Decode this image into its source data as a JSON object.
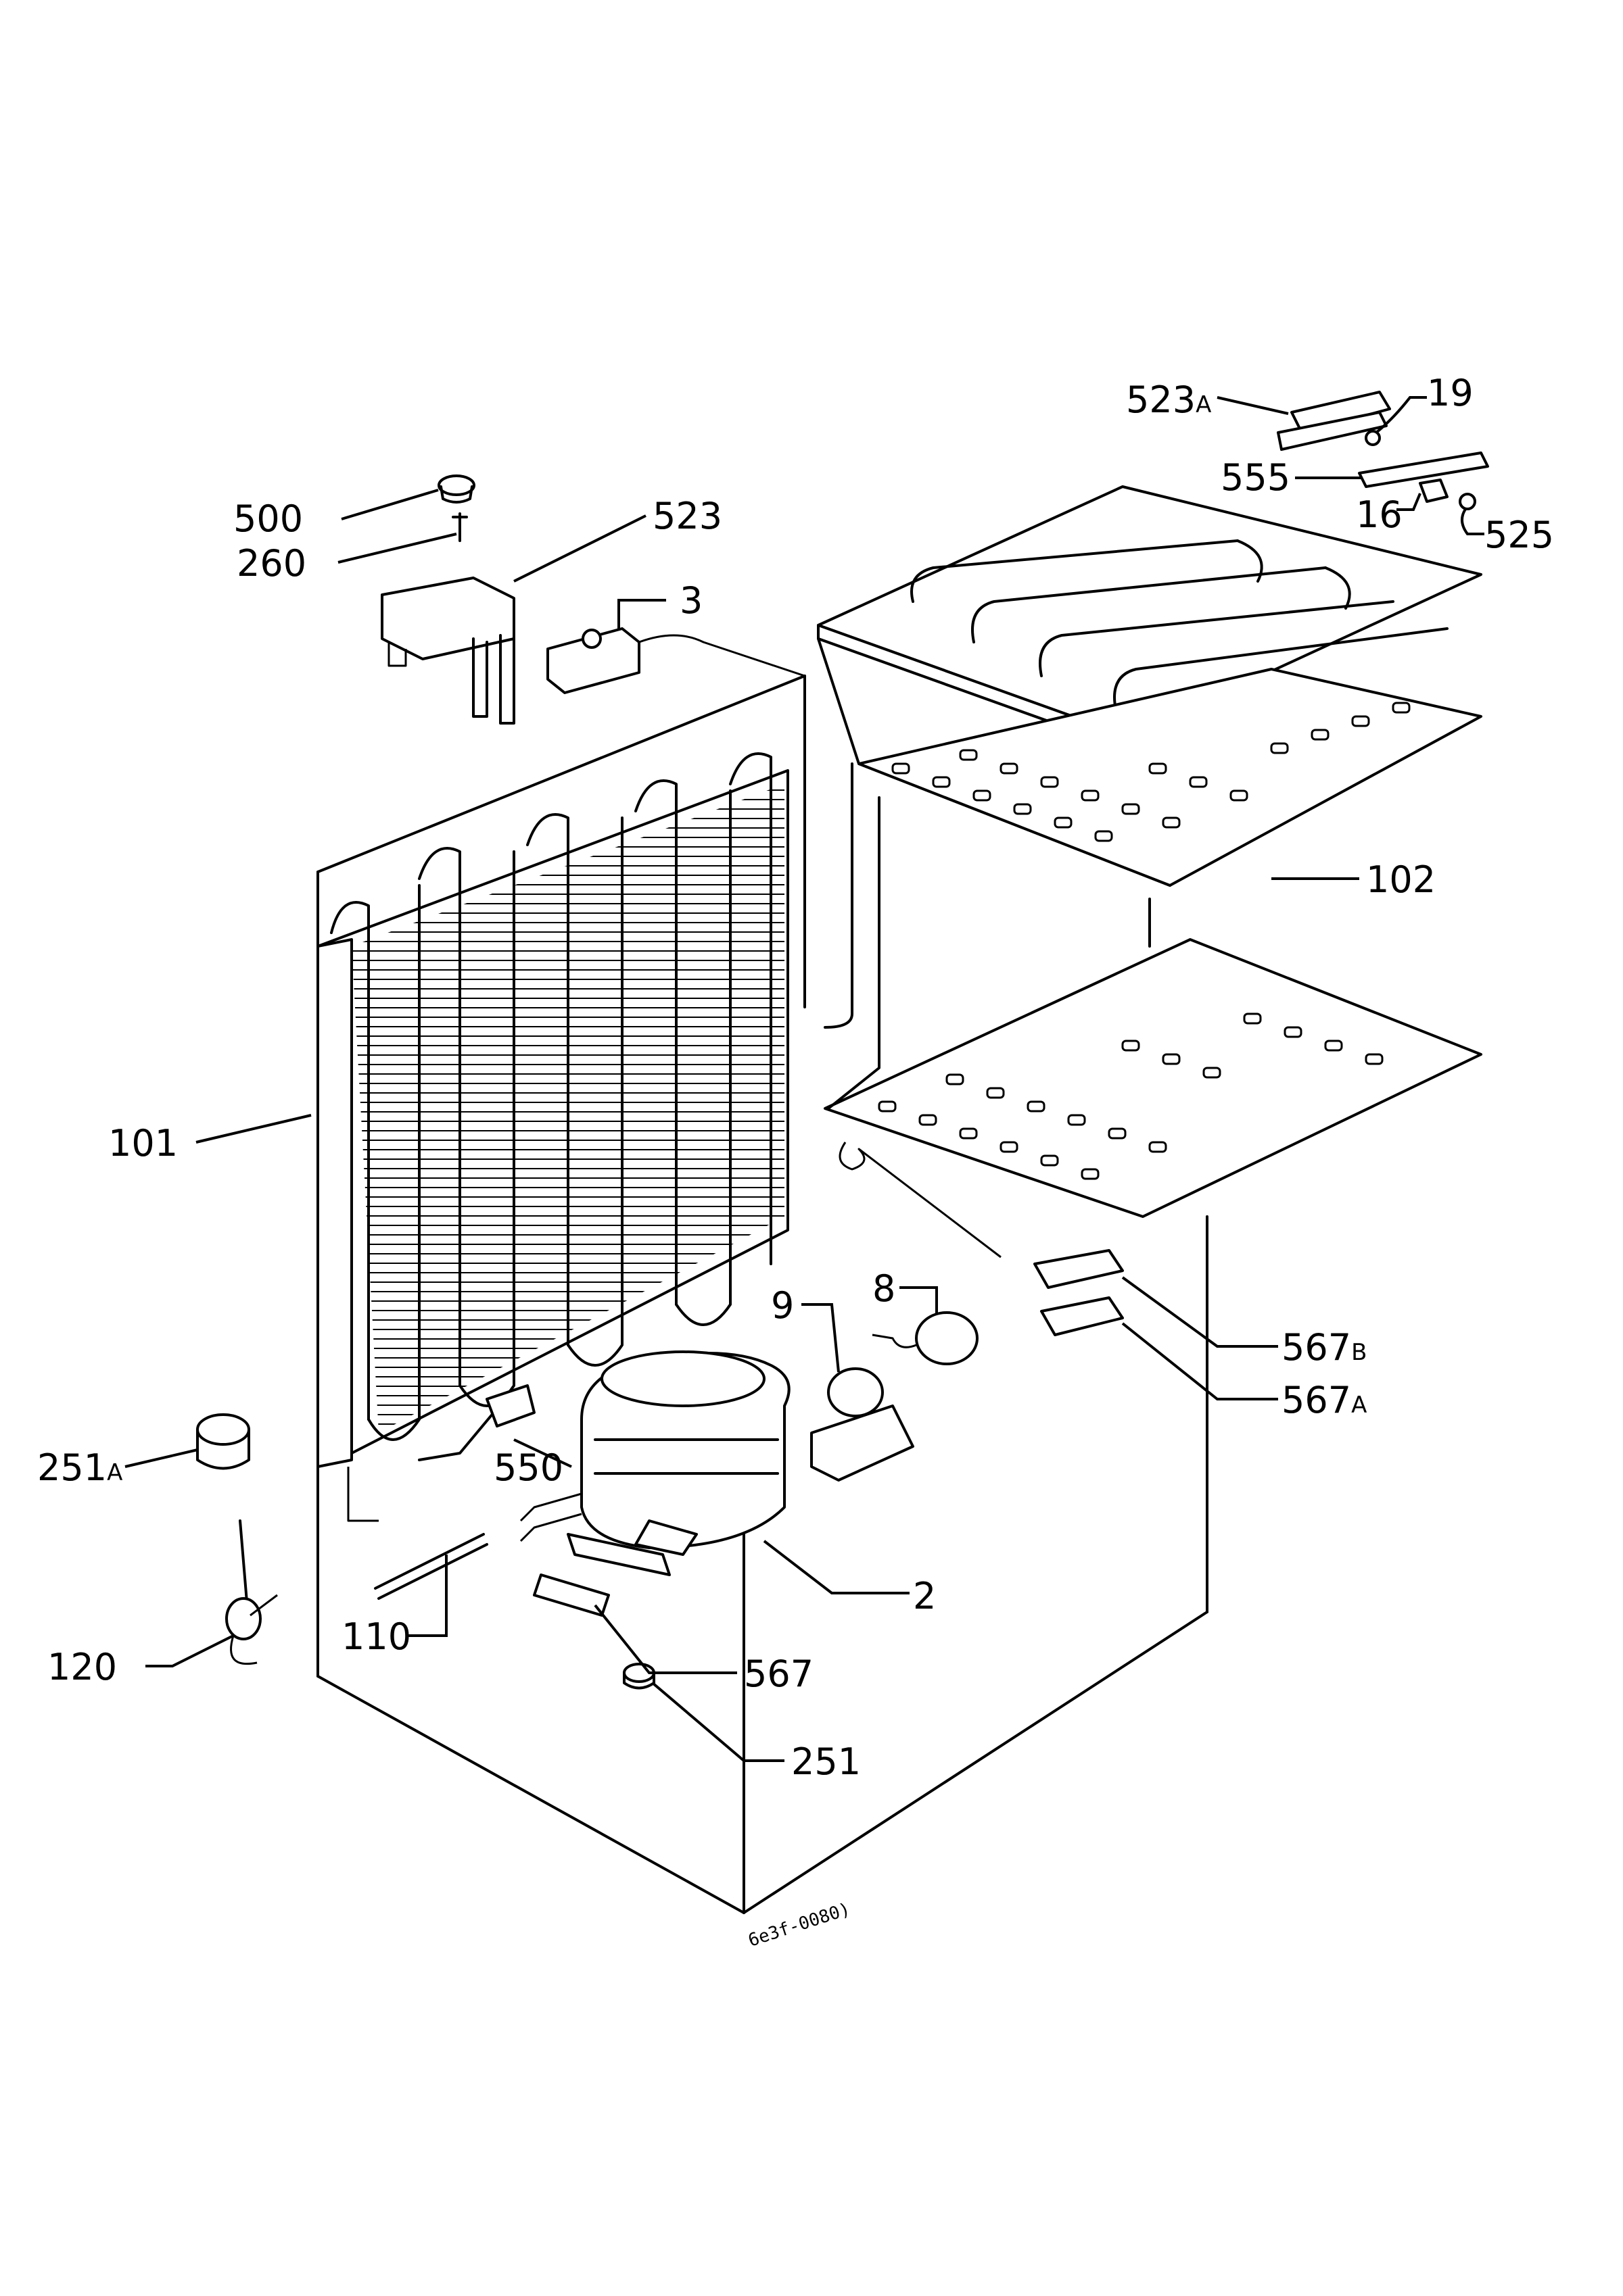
{
  "drawing_code": "6e3f-0080)",
  "labels": {
    "p523A": "523",
    "p523A_suffix": "A",
    "p19": "19",
    "p555": "555",
    "p16": "16",
    "p525": "525",
    "p500": "500",
    "p260": "260",
    "p523": "523",
    "p3": "3",
    "p102": "102",
    "p101": "101",
    "p9": "9",
    "p8": "8",
    "p567B": "567",
    "p567B_suffix": "B",
    "p567A": "567",
    "p567A_suffix": "A",
    "p251A": "251",
    "p251A_suffix": "A",
    "p550": "550",
    "p2": "2",
    "p110": "110",
    "p120": "120",
    "p567": "567",
    "p251": "251"
  }
}
